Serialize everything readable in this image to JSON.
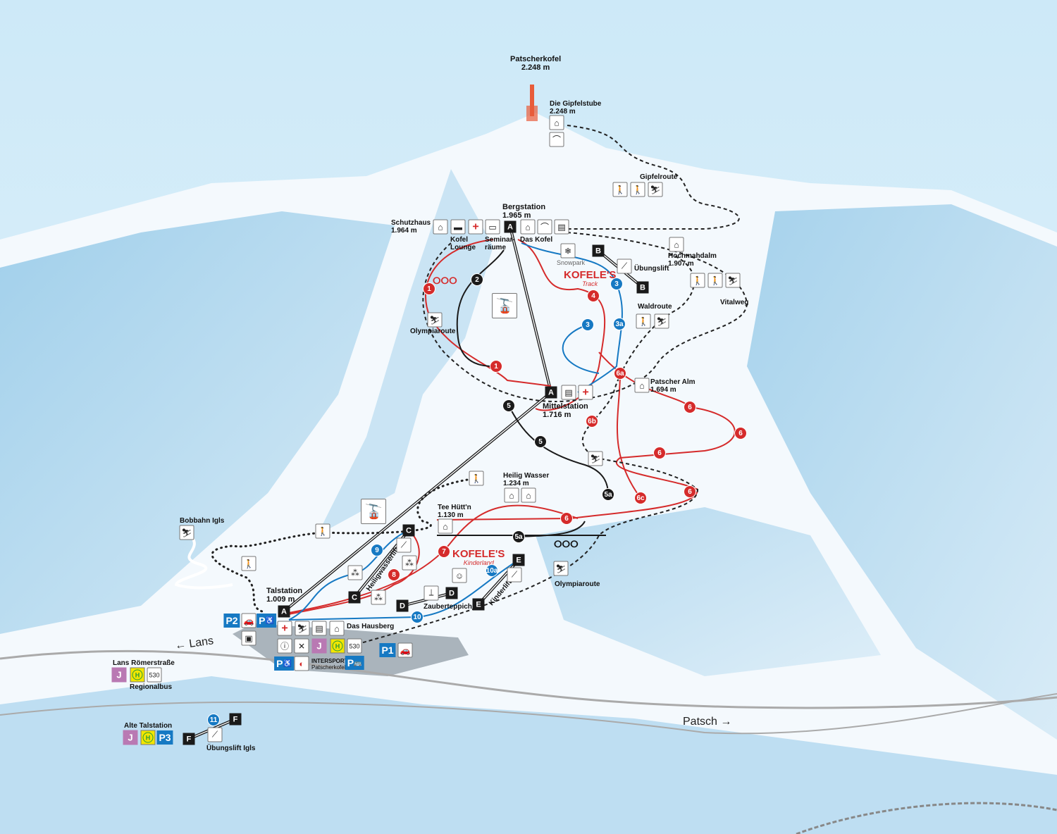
{
  "summit": {
    "name": "Patscherkofel",
    "elev": "2.248 m"
  },
  "places": {
    "gipfelstube": {
      "name": "Die Gipfelstube",
      "elev": "2.248 m"
    },
    "gipfelroute": "Gipfelroute",
    "bergstation": {
      "name": "Bergstation",
      "elev": "1.965 m"
    },
    "schutzhaus": {
      "name": "Schutzhaus",
      "elev": "1.964 m"
    },
    "kofel_lounge": "Kofel Lounge",
    "seminar": "Seminar-räume",
    "das_kofel": "Das Kofel",
    "snowpark": "Snowpark",
    "uebungslift": "Übungslift",
    "hochmahdalm": {
      "name": "Hochmahdalm",
      "elev": "1.907 m"
    },
    "vitalweg": "Vitalweg",
    "waldroute": "Waldroute",
    "olympiaroute": "Olympiaroute",
    "patscher_alm": {
      "name": "Patscher Alm",
      "elev": "1.694 m"
    },
    "mittelstation": {
      "name": "Mittelstation",
      "elev": "1.716 m"
    },
    "heilig_wasser": {
      "name": "Heilig Wasser",
      "elev": "1.234 m"
    },
    "tee_huettn": {
      "name": "Tee Hütt'n",
      "elev": "1.130 m"
    },
    "bobbahn": "Bobbahn Igls",
    "talstation": {
      "name": "Talstation",
      "elev": "1.009 m"
    },
    "heiligwasserlift": "Heiligwasserlift",
    "kinderlift": "Kinderlift",
    "zauberteppich": "Zauberteppich",
    "das_hausberg": "Das Hausberg",
    "olympiaroute2": "Olympiaroute",
    "lans": "← Lans",
    "patsch": "Patsch →",
    "lans_roemer": "Lans Römerstraße",
    "regionalbus": "Regionalbus",
    "alte_talstation": "Alte Talstation",
    "uebungslift_igls": "Übungslift Igls",
    "intersport": "INTERSPORT",
    "intersport2": "Patscherkofel",
    "bus1": "530",
    "bus2": "530"
  },
  "logos": {
    "track": "KOFELE'S",
    "track_sub": "Track",
    "kinder": "KOFELE'S",
    "kinder_sub": "Kinderland"
  },
  "trails": [
    "1",
    "1",
    "2",
    "3",
    "3",
    "3a",
    "4",
    "5",
    "5",
    "5a",
    "5a",
    "6a",
    "6b",
    "6",
    "6",
    "6",
    "6",
    "6",
    "6c",
    "7",
    "8",
    "9",
    "10",
    "10a",
    "11"
  ],
  "lifts": [
    "A",
    "A",
    "A",
    "B",
    "B",
    "C",
    "C",
    "D",
    "D",
    "E",
    "E",
    "F",
    "F"
  ],
  "parking": [
    "P2",
    "P",
    "P",
    "P",
    "P1",
    "P3"
  ],
  "transit": {
    "j": "J",
    "h": "H"
  },
  "colors": {
    "red": "#d52b2b",
    "black": "#1a1a1a",
    "blue": "#1679c3",
    "sky": "#cfe9f7"
  }
}
